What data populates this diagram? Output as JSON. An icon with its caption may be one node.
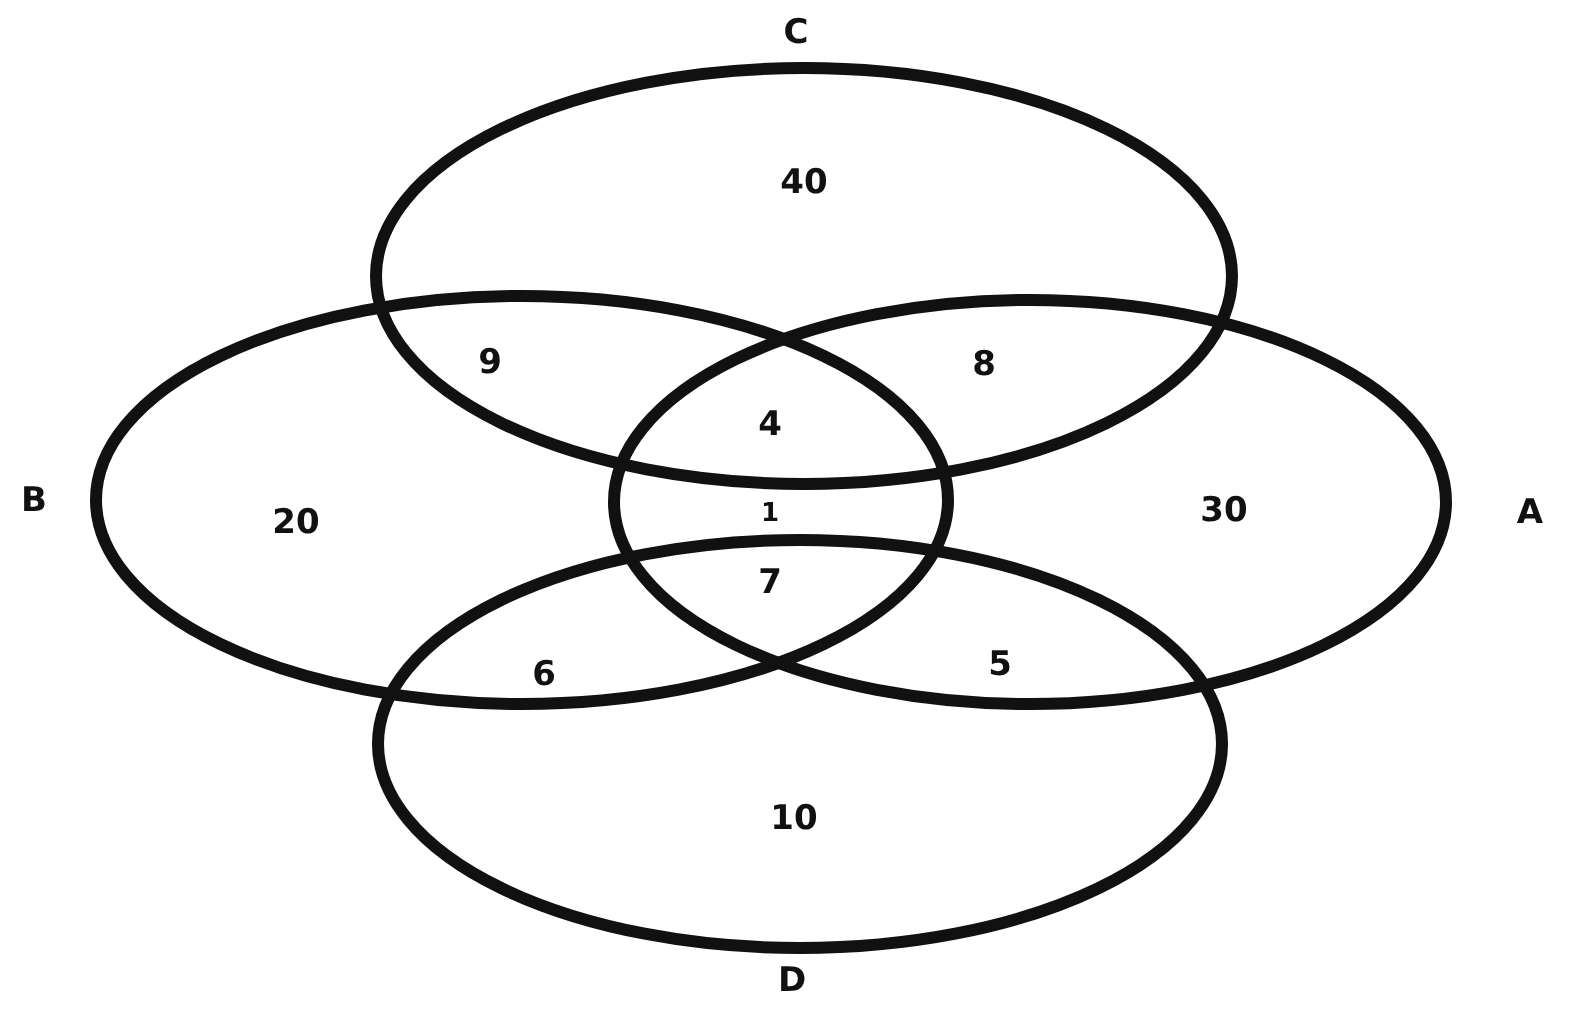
{
  "diagram": {
    "nodes": [
      {
        "text": [
          "C"
        ]
      },
      {
        "text": [
          "B"
        ]
      },
      {
        "text": [
          "A"
        ]
      },
      {
        "text": [
          "D"
        ]
      }
    ],
    "labels": [
      "40",
      "9",
      "8",
      "4",
      "20",
      "1",
      "30",
      "7",
      "6",
      "5",
      "10"
    ]
  }
}
